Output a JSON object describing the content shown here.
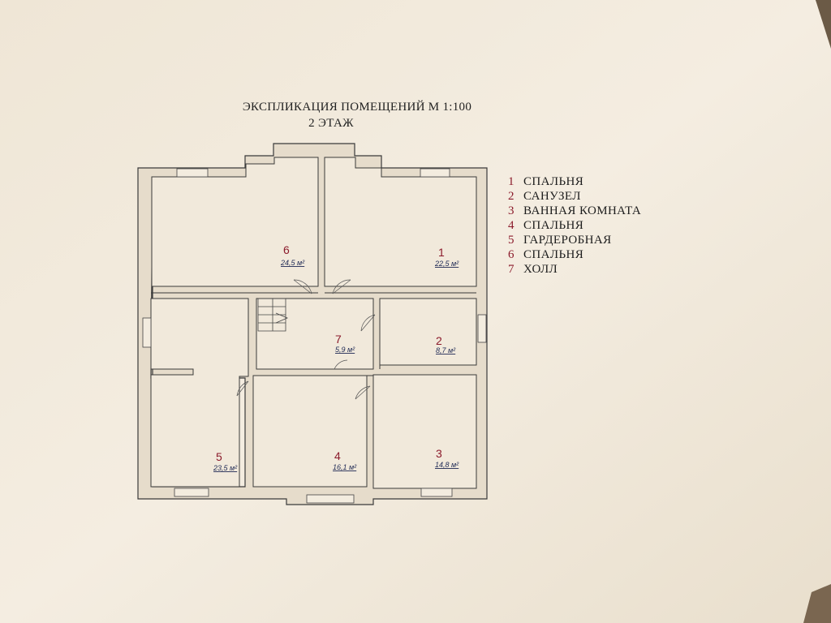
{
  "title": {
    "line1": "ЭКСПЛИКАЦИЯ ПОМЕЩЕНИЙ М 1:100",
    "line2": "2 ЭТАЖ"
  },
  "legend": [
    {
      "num": "1",
      "label": "СПАЛЬНЯ"
    },
    {
      "num": "2",
      "label": "САНУЗЕЛ"
    },
    {
      "num": "3",
      "label": "ВАННАЯ КОМНАТА"
    },
    {
      "num": "4",
      "label": "СПАЛЬНЯ"
    },
    {
      "num": "5",
      "label": "ГАРДЕРОБНАЯ"
    },
    {
      "num": "6",
      "label": "СПАЛЬНЯ"
    },
    {
      "num": "7",
      "label": "ХОЛЛ"
    }
  ],
  "rooms": [
    {
      "num": "6",
      "area": "24,5 м²"
    },
    {
      "num": "1",
      "area": "22,5 м²"
    },
    {
      "num": "7",
      "area": "5,9 м²"
    },
    {
      "num": "2",
      "area": "8,7 м²"
    },
    {
      "num": "5",
      "area": "23,5 м²"
    },
    {
      "num": "4",
      "area": "16,1 м²"
    },
    {
      "num": "3",
      "area": "14,8 м²"
    }
  ],
  "colors": {
    "paper": "#f3ecdf",
    "accent_numbers": "#8b1a2b",
    "area_text": "#1f2a55"
  }
}
